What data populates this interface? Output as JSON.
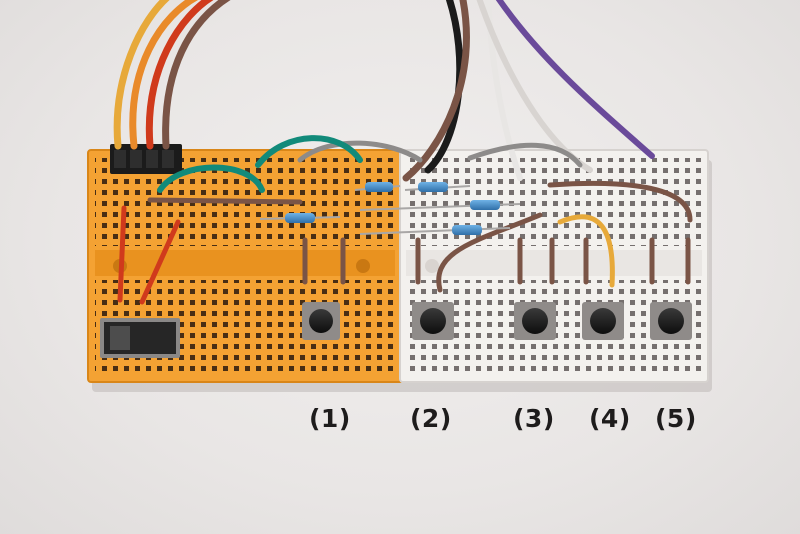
{
  "photo": {
    "breadboards": [
      {
        "color": "#f4a233",
        "hole_color": "#2a1a0e"
      },
      {
        "color": "#f3f1ee",
        "hole_color": "#4a4443"
      }
    ],
    "wire_colors": {
      "orange": "#e98a2a",
      "red": "#d03a1c",
      "brown": "#7a5446",
      "green": "#128a7a",
      "black": "#1b1b1b",
      "grey": "#8d8b8a",
      "white": "#e8e6e4",
      "purple": "#6a4a9a",
      "yellow": "#e7a93a"
    },
    "button_labels": [
      "(1)",
      "(2)",
      "(3)",
      "(4)",
      "(5)"
    ]
  }
}
